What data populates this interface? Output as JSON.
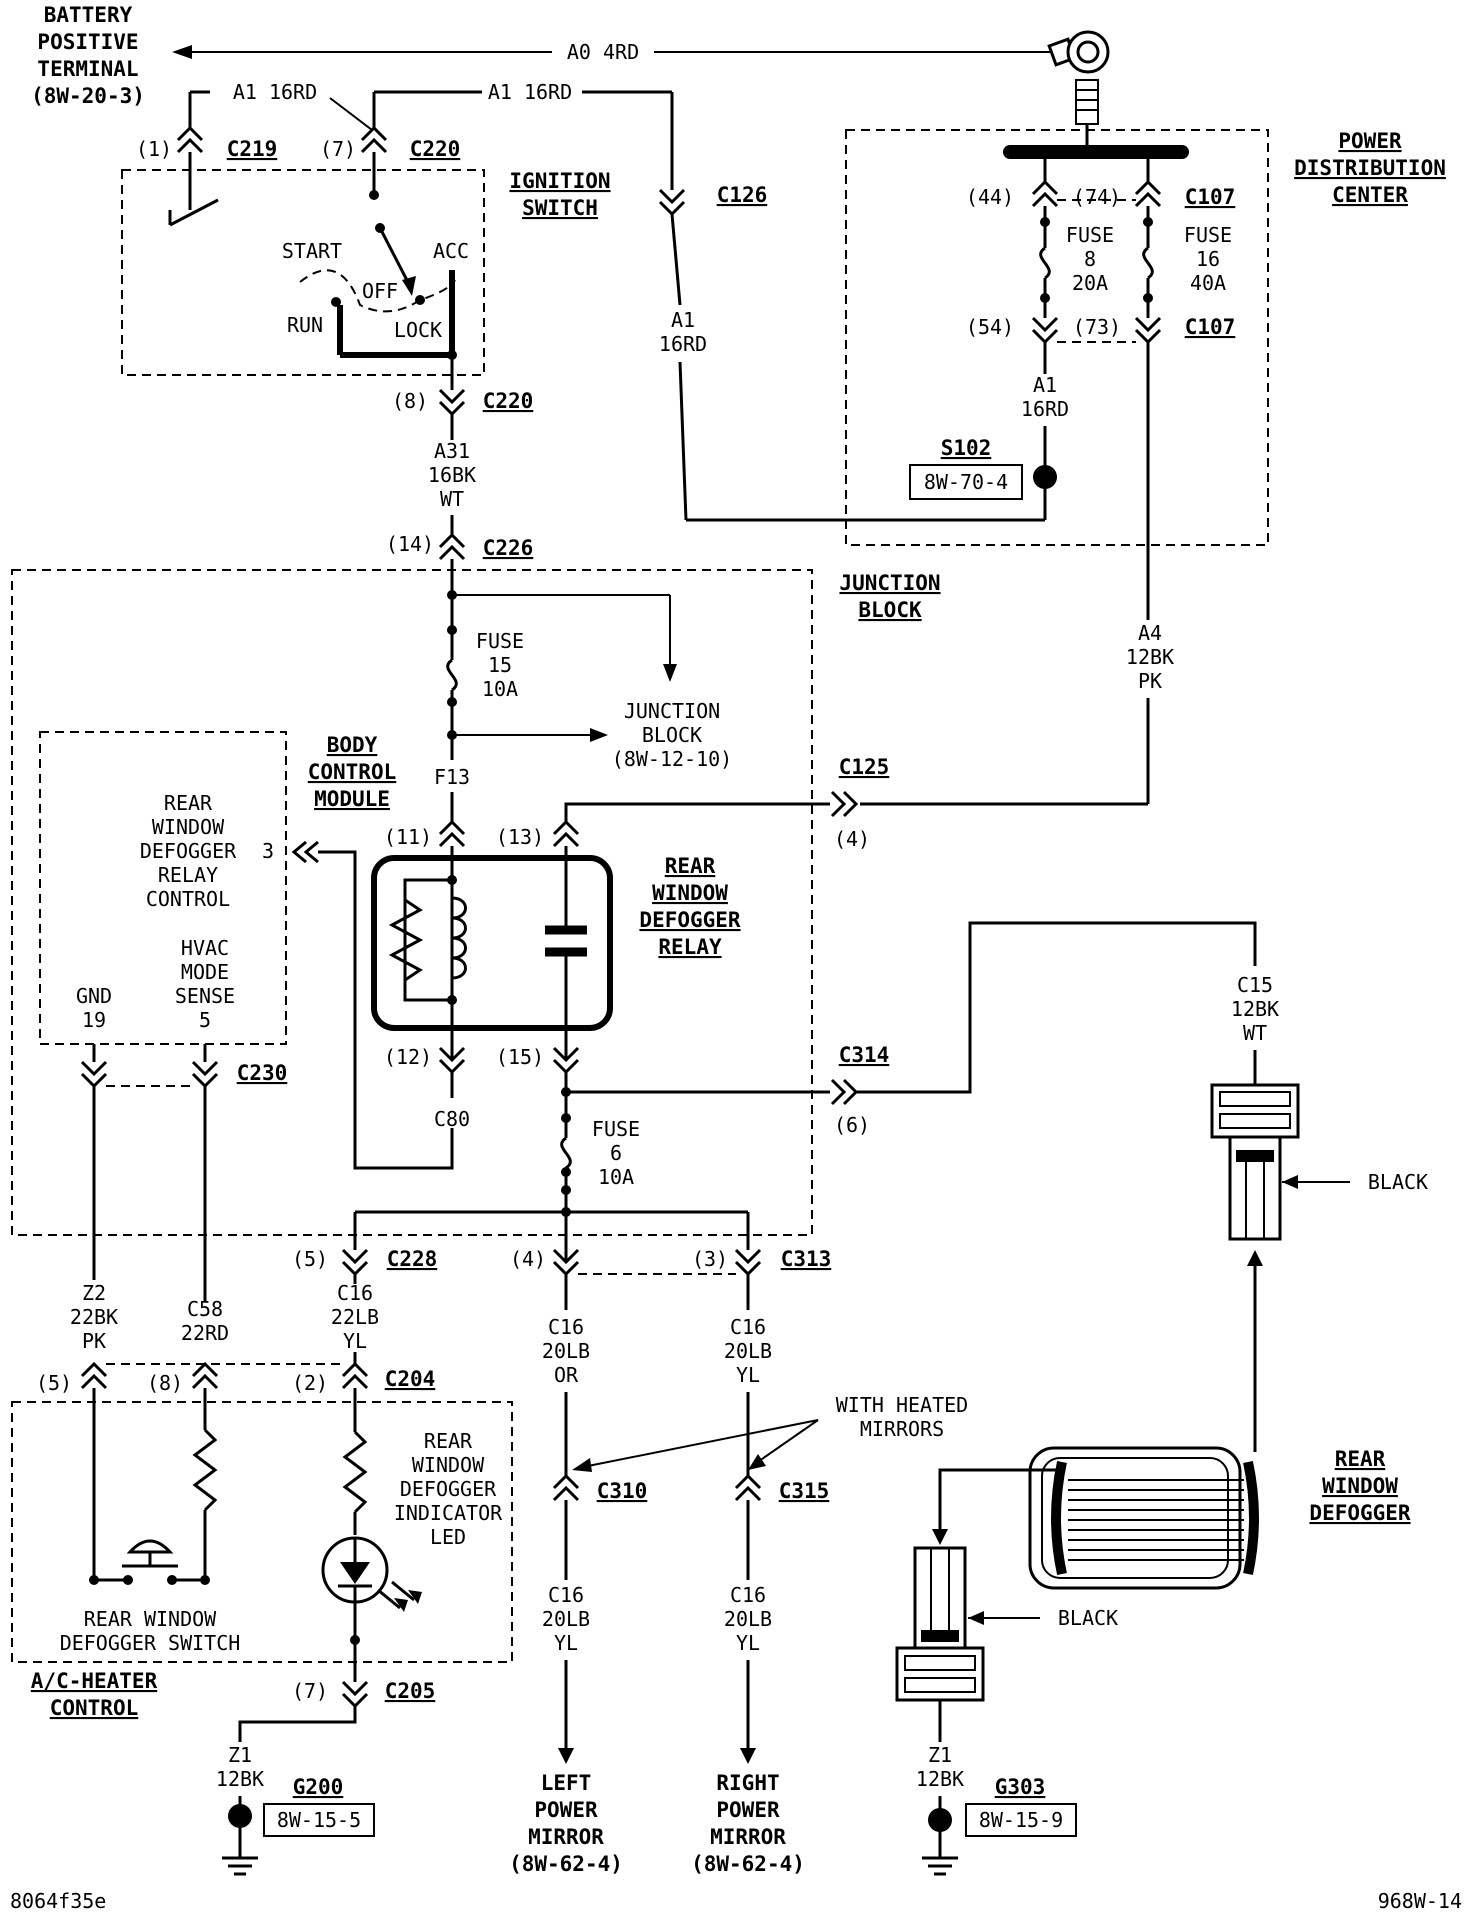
{
  "battery": {
    "l1": "BATTERY",
    "l2": "POSITIVE",
    "l3": "TERMINAL",
    "l4": "(8W-20-3)",
    "wire": "A0 4RD"
  },
  "a1_16rd": "A1 16RD",
  "c219": {
    "pin": "(1)",
    "name": "C219"
  },
  "c220_top": {
    "pin": "(7)",
    "name": "C220"
  },
  "c220_bot": {
    "pin": "(8)",
    "name": "C220"
  },
  "c126": {
    "name": "C126",
    "wire1": "A1",
    "wire2": "16RD"
  },
  "ignition": {
    "title1": "IGNITION",
    "title2": "SWITCH",
    "start": "START",
    "acc": "ACC",
    "off": "OFF",
    "run": "RUN",
    "lock": "LOCK"
  },
  "pdc": {
    "title1": "POWER",
    "title2": "DISTRIBUTION",
    "title3": "CENTER",
    "pin44": "(44)",
    "pin74": "(74)",
    "pin54": "(54)",
    "pin73": "(73)",
    "c107": "C107",
    "fuse8": {
      "l1": "FUSE",
      "l2": "8",
      "l3": "20A"
    },
    "fuse16": {
      "l1": "FUSE",
      "l2": "16",
      "l3": "40A"
    },
    "wire1": "A1",
    "wire2": "16RD"
  },
  "s102": {
    "name": "S102",
    "ref": "8W-70-4"
  },
  "a31": {
    "l1": "A31",
    "l2": "16BK",
    "l3": "WT"
  },
  "c226": {
    "pin": "(14)",
    "name": "C226"
  },
  "junction": {
    "title1": "JUNCTION",
    "title2": "BLOCK",
    "ref1": "JUNCTION",
    "ref2": "BLOCK",
    "ref3": "(8W-12-10)",
    "f13": "F13",
    "fuse15": {
      "l1": "FUSE",
      "l2": "15",
      "l3": "10A"
    }
  },
  "a4": {
    "l1": "A4",
    "l2": "12BK",
    "l3": "PK"
  },
  "bcm": {
    "title1": "BODY",
    "title2": "CONTROL",
    "title3": "MODULE",
    "f1": "REAR",
    "f2": "WINDOW",
    "f3": "DEFOGGER",
    "f3pin": "3",
    "f4": "RELAY",
    "f5": "CONTROL",
    "hv1": "HVAC",
    "hv2": "MODE",
    "hv3": "SENSE",
    "hv4": "5",
    "gnd1": "GND",
    "gnd2": "19"
  },
  "c125": {
    "name": "C125",
    "pin": "(4)"
  },
  "relay": {
    "pin11": "(11)",
    "pin13": "(13)",
    "pin12": "(12)",
    "pin15": "(15)",
    "title1": "REAR",
    "title2": "WINDOW",
    "title3": "DEFOGGER",
    "title4": "RELAY",
    "c80": "C80"
  },
  "c314": {
    "name": "C314",
    "pin": "(6)"
  },
  "c15": {
    "l1": "C15",
    "l2": "12BK",
    "l3": "WT"
  },
  "black_top": "BLACK",
  "fuse6": {
    "l1": "FUSE",
    "l2": "6",
    "l3": "10A"
  },
  "c230": {
    "name": "C230"
  },
  "c228": {
    "pin": "(5)",
    "name": "C228"
  },
  "c313": {
    "pin4": "(4)",
    "pin3": "(3)",
    "name": "C313"
  },
  "z2": {
    "l1": "Z2",
    "l2": "22BK",
    "l3": "PK"
  },
  "c58": {
    "l1": "C58",
    "l2": "22RD"
  },
  "c16yl": {
    "l1": "C16",
    "l2": "22LB",
    "l3": "YL"
  },
  "c16or": {
    "l1": "C16",
    "l2": "20LB",
    "l3": "OR"
  },
  "c16ylr": {
    "l1": "C16",
    "l2": "20LB",
    "l3": "YL"
  },
  "c204": {
    "pin5": "(5)",
    "pin8": "(8)",
    "pin2": "(2)",
    "name": "C204"
  },
  "heated": {
    "l1": "WITH HEATED",
    "l2": "MIRRORS"
  },
  "c310": {
    "name": "C310"
  },
  "c315": {
    "name": "C315"
  },
  "c16yl_l": {
    "l1": "C16",
    "l2": "20LB",
    "l3": "YL"
  },
  "c16yl_r": {
    "l1": "C16",
    "l2": "20LB",
    "l3": "YL"
  },
  "led": {
    "l1": "REAR",
    "l2": "WINDOW",
    "l3": "DEFOGGER",
    "l4": "INDICATOR",
    "l5": "LED"
  },
  "switch": {
    "l1": "REAR WINDOW",
    "l2": "DEFOGGER SWITCH"
  },
  "acheater": {
    "l1": "A/C-HEATER",
    "l2": "CONTROL"
  },
  "c205": {
    "pin": "(7)",
    "name": "C205"
  },
  "z1_left": {
    "l1": "Z1",
    "l2": "12BK"
  },
  "g200": {
    "name": "G200",
    "ref": "8W-15-5"
  },
  "left_mirror": {
    "l1": "LEFT",
    "l2": "POWER",
    "l3": "MIRROR",
    "l4": "(8W-62-4)"
  },
  "right_mirror": {
    "l1": "RIGHT",
    "l2": "POWER",
    "l3": "MIRROR",
    "l4": "(8W-62-4)"
  },
  "defogger": {
    "l1": "REAR",
    "l2": "WINDOW",
    "l3": "DEFOGGER"
  },
  "black_bot": "BLACK",
  "z1_right": {
    "l1": "Z1",
    "l2": "12BK"
  },
  "g303": {
    "name": "G303",
    "ref": "8W-15-9"
  },
  "footer": {
    "left": "8064f35e",
    "right": "968W-14"
  }
}
